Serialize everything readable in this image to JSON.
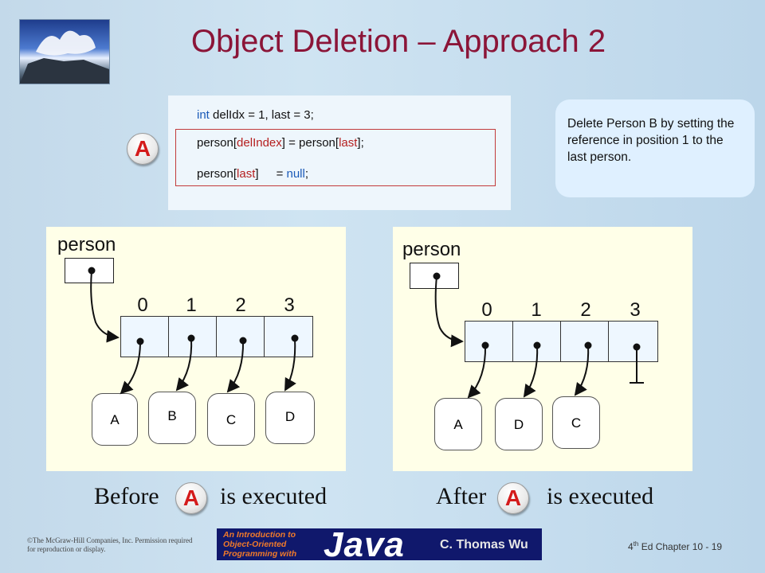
{
  "slide": {
    "title": "Object Deletion – Approach 2",
    "code": {
      "line1_kw": "int",
      "line1_rest": " delIdx = 1, last = 3;",
      "line2_a": "person[",
      "line2_b": "delIndex",
      "line2_c": "] = ",
      "line2_d": "person[",
      "line2_e": "last",
      "line2_f": "];",
      "line3_a": "person[",
      "line3_b": "last",
      "line3_c": "]",
      "line3_d": "= ",
      "line3_e": "null",
      "line3_f": ";"
    },
    "marker": "A",
    "note": "Delete Person B by setting the reference in position 1 to the last person."
  },
  "before": {
    "var_label": "person",
    "indices": [
      "0",
      "1",
      "2",
      "3"
    ],
    "nodes": [
      "A",
      "B",
      "C",
      "D"
    ],
    "caption_pre": "Before",
    "caption_post": "is executed"
  },
  "after": {
    "var_label": "person",
    "indices": [
      "0",
      "1",
      "2",
      "3"
    ],
    "nodes": [
      "A",
      "D",
      "C"
    ],
    "caption_pre": "After",
    "caption_post": "is executed"
  },
  "footer": {
    "copyright": "©The McGraw-Hill Companies, Inc. Permission required for reproduction or display.",
    "banner_line1": "An Introduction to",
    "banner_line2": "Object-Oriented",
    "banner_line3": "Programming with",
    "banner_java": "Java",
    "banner_author": "C. Thomas Wu",
    "edition_sup": "th",
    "edition_num": "4",
    "edition_rest": " Ed Chapter  10  -  19"
  },
  "colors": {
    "title": "#8b1538",
    "marker_letter": "#d41b1b",
    "keyword": "#1a5ab8"
  }
}
